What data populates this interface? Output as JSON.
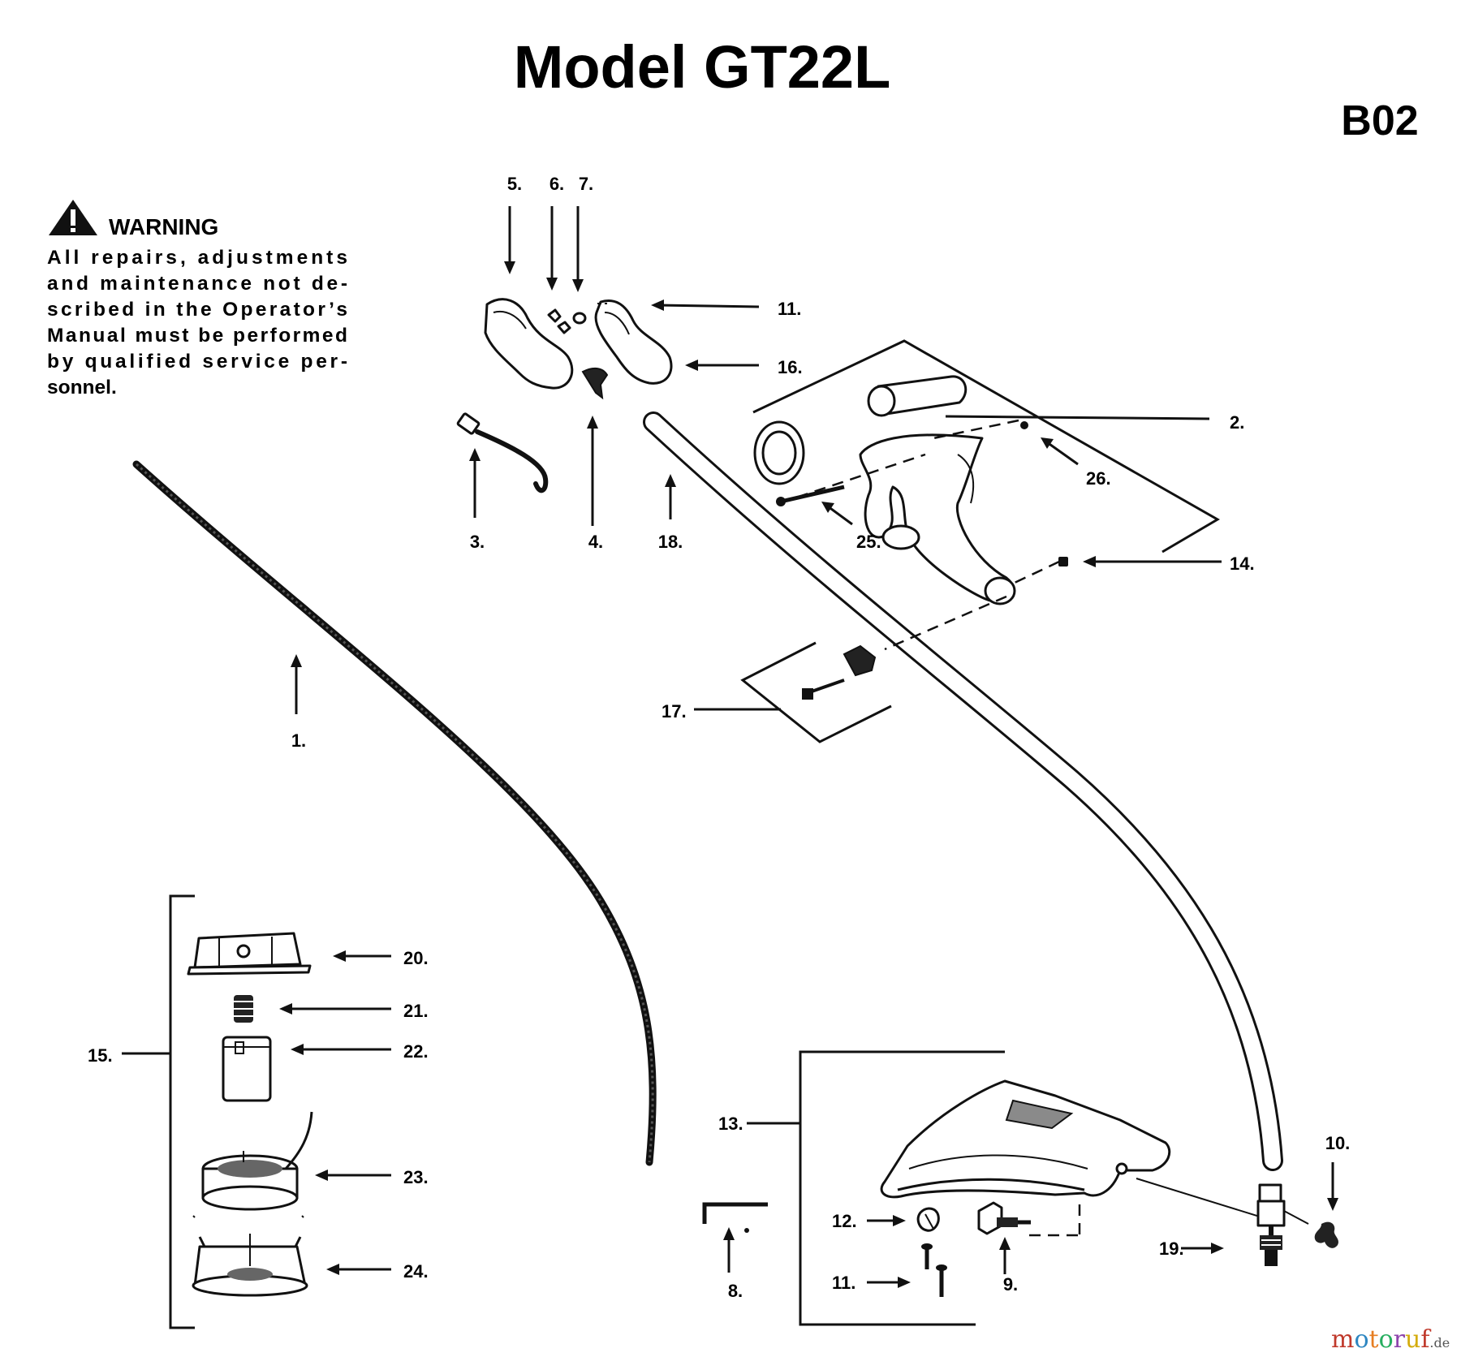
{
  "title": "Model GT22L",
  "page_code": "B02",
  "warning": {
    "heading": "WARNING",
    "lines": [
      "All  repairs,  adjustments",
      "and  maintenance  not  de-",
      "scribed  in  the  Operator’s",
      "Manual must be performed",
      "by qualified   service  per-",
      "sonnel."
    ]
  },
  "callouts": {
    "p1": "1.",
    "p2": "2.",
    "p3": "3.",
    "p4": "4.",
    "p5": "5.",
    "p6": "6.",
    "p7": "7.",
    "p8": "8.",
    "p9": "9.",
    "p10": "10.",
    "p11a": "11.",
    "p11b": "11.",
    "p12": "12.",
    "p13": "13.",
    "p14": "14.",
    "p15": "15.",
    "p16": "16.",
    "p17": "17.",
    "p18": "18.",
    "p19": "19.",
    "p20": "20.",
    "p21": "21.",
    "p22": "22.",
    "p23": "23.",
    "p24": "24.",
    "p25": "25.",
    "p26": "26."
  },
  "watermark": {
    "brand": "motoruf",
    "suffix": ".de",
    "colors": [
      "#c0392b",
      "#2e86c1",
      "#e67e22",
      "#27ae60",
      "#8e44ad",
      "#d4ac0d",
      "#c0392b"
    ]
  }
}
